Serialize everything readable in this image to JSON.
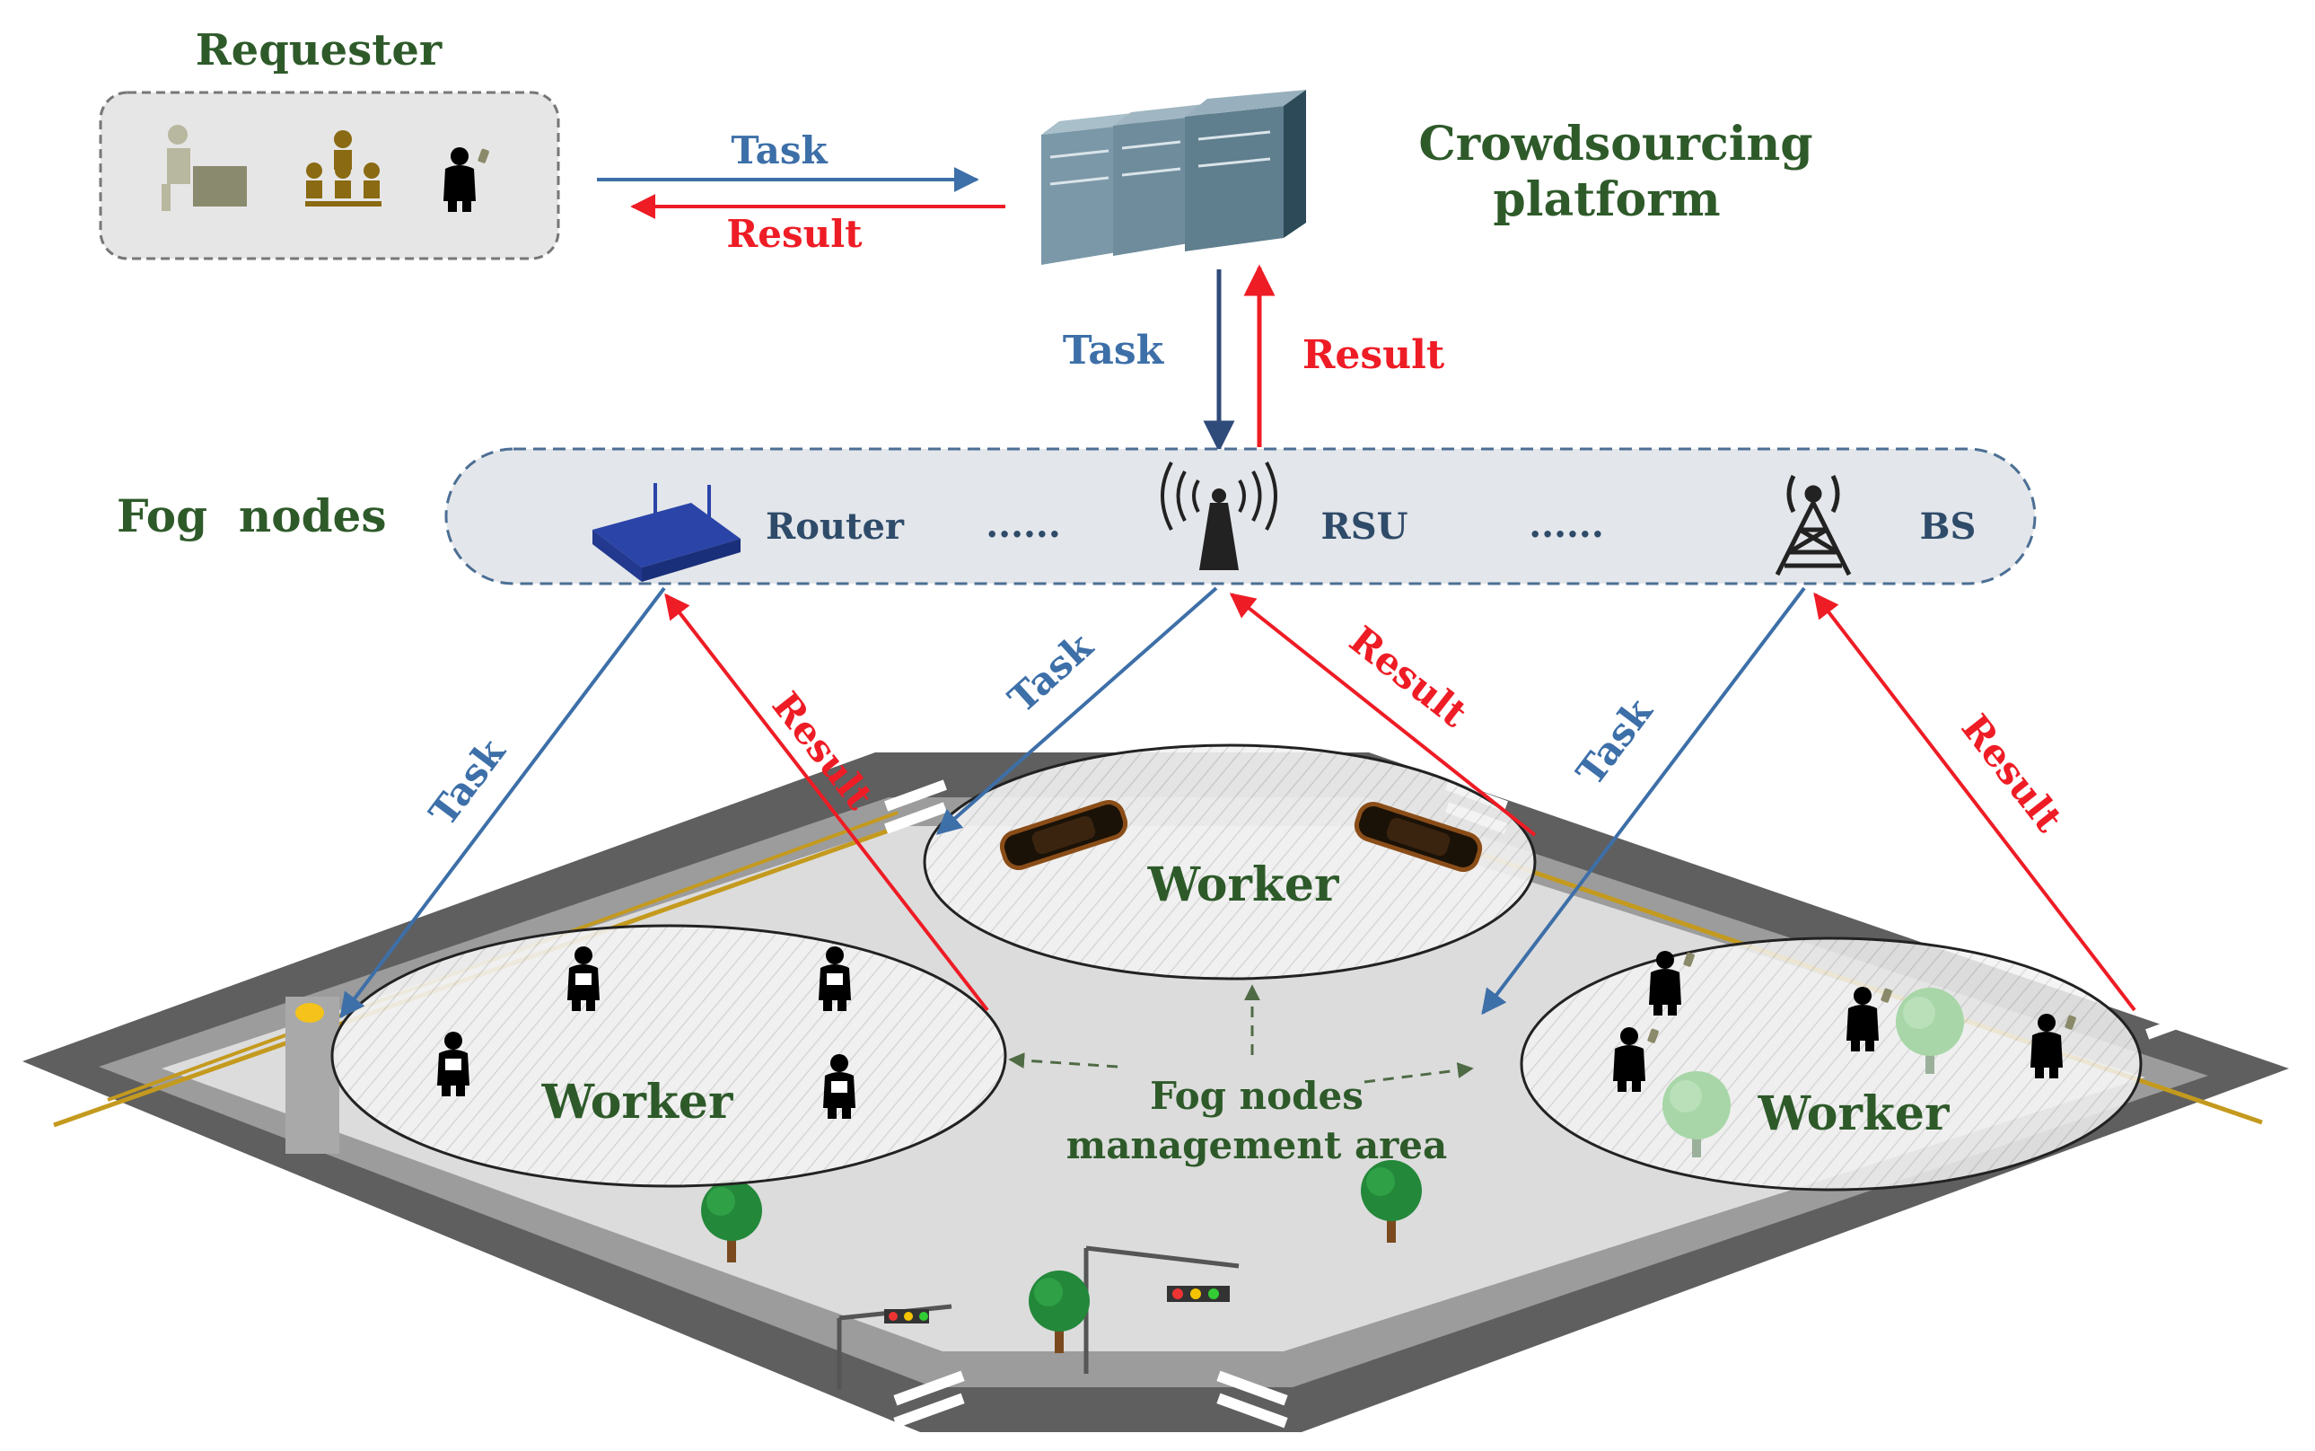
{
  "requester": {
    "title": "Requester",
    "icons": [
      "desk-worker-icon",
      "group-icon",
      "person-with-phone-icon"
    ]
  },
  "platform": {
    "line1": "Crowdsourcing",
    "line2": "platform",
    "icon": "server-rack-icon"
  },
  "top_flow": {
    "task": "Task",
    "result": "Result"
  },
  "vertical_flow": {
    "task": "Task",
    "result": "Result"
  },
  "fog": {
    "title": "Fog  nodes",
    "router": "Router",
    "rsu": "RSU",
    "bs": "BS",
    "dots": "......"
  },
  "links": {
    "left": {
      "task": "Task",
      "result": "Result"
    },
    "center": {
      "task": "Task",
      "result": "Result"
    },
    "right": {
      "task": "Task",
      "result": "Result"
    }
  },
  "zones": {
    "left": "Worker",
    "center": "Worker",
    "right": "Worker"
  },
  "management": {
    "line1": "Fog nodes",
    "line2": "management area"
  },
  "colors": {
    "task": "#3d6fa8",
    "result": "#ee1c25",
    "label_green": "#2e5a2a",
    "road": "#5f5f5f",
    "ground": "#dcdcdc"
  }
}
